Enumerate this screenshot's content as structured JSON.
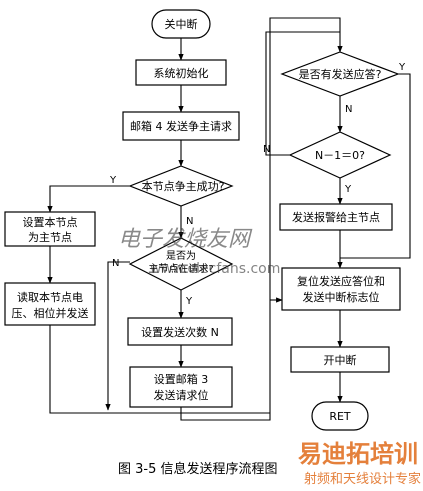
{
  "flowchart": {
    "nodes": {
      "start": "关中断",
      "init": "系统初始化",
      "mail4": "邮箱 4 发送争主请求",
      "contend_q": "本节点争主成功?",
      "set_master_1": "设置本节点",
      "set_master_2": "为主节点",
      "read_1": "读取本节点电",
      "read_2": "压、相位并发送",
      "is_master_1": "是否为",
      "is_master_2": "主节点在请求?",
      "set_count": "设置发送次数 N",
      "mail3_1": "设置邮箱 3",
      "mail3_2": "发送请求位",
      "ack_q": "是否有发送应答?",
      "n_q": "N－1＝0?",
      "alarm": "发送报警给主节点",
      "reset_1": "复位发送应答位和",
      "reset_2": "发送中断标志位",
      "enable": "开中断",
      "ret": "RET"
    },
    "edge_labels": {
      "yes": "Y",
      "no": "N"
    }
  },
  "caption": "图 3-5  信息发送程序流程图",
  "watermarks": {
    "site_cn": "电子发烧友网",
    "site_url": "www.elecfans.com",
    "brand": "易迪拓培训",
    "brand_sub": "射频和天线设计专家"
  }
}
